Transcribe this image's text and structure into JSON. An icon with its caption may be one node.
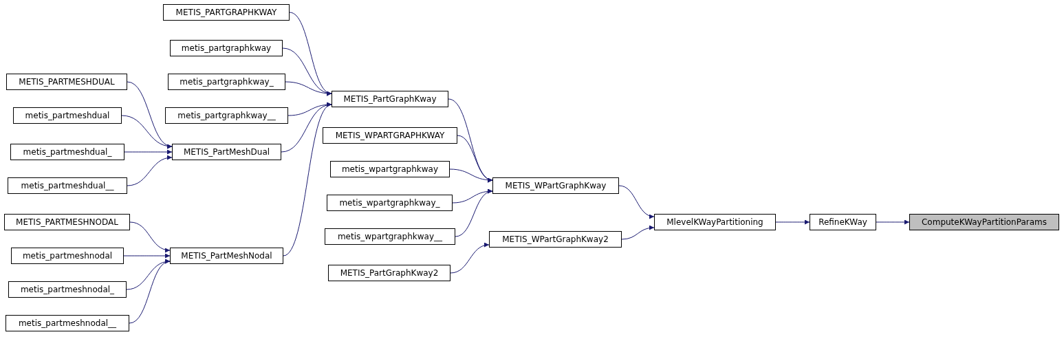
{
  "diagram": {
    "nodes": [
      {
        "text": [
          "METIS_PARTGRAPHKWAY"
        ]
      },
      {
        "text": [
          "metis_partgraphkway"
        ]
      },
      {
        "text": [
          "metis_partgraphkway_"
        ]
      },
      {
        "text": [
          "METIS_PARTMESHDUAL"
        ]
      },
      {
        "text": [
          "metis_partgraphkway__"
        ]
      },
      {
        "text": [
          "METIS_PartGraphKway"
        ]
      },
      {
        "text": [
          "metis_partmeshdual"
        ]
      },
      {
        "text": [
          "metis_partmeshdual_"
        ]
      },
      {
        "text": [
          "METIS_PartMeshDual"
        ]
      },
      {
        "text": [
          "METIS_WPARTGRAPHKWAY"
        ]
      },
      {
        "text": [
          "metis_partmeshdual__"
        ]
      },
      {
        "text": [
          "metis_wpartgraphkway"
        ]
      },
      {
        "text": [
          "METIS_WPartGraphKway"
        ]
      },
      {
        "text": [
          "metis_wpartgraphkway_"
        ]
      },
      {
        "text": [
          "METIS_PARTMESHNODAL"
        ]
      },
      {
        "text": [
          "MlevelKWayPartitioning"
        ]
      },
      {
        "text": [
          "RefineKWay"
        ]
      },
      {
        "text": [
          "ComputeKWayPartitionParams"
        ]
      },
      {
        "text": [
          "metis_wpartgraphkway__"
        ]
      },
      {
        "text": [
          "METIS_WPartGraphKway2"
        ]
      },
      {
        "text": [
          "metis_partmeshnodal"
        ]
      },
      {
        "text": [
          "METIS_PartMeshNodal"
        ]
      },
      {
        "text": [
          "metis_partmeshnodal_"
        ]
      },
      {
        "text": [
          "METIS_PartGraphKway2"
        ]
      },
      {
        "text": [
          "metis_partmeshnodal__"
        ]
      }
    ],
    "edges": [
      {
        "from": 0,
        "to": 5,
        "arrow": "to"
      },
      {
        "from": 1,
        "to": 5,
        "arrow": "to"
      },
      {
        "from": 2,
        "to": 5,
        "arrow": "to"
      },
      {
        "from": 4,
        "to": 5,
        "arrow": "to"
      },
      {
        "from": 8,
        "to": 5,
        "arrow": "to"
      },
      {
        "from": 21,
        "to": 5,
        "arrow": "to"
      },
      {
        "from": 3,
        "to": 8,
        "arrow": "to"
      },
      {
        "from": 6,
        "to": 8,
        "arrow": "to"
      },
      {
        "from": 7,
        "to": 8,
        "arrow": "to"
      },
      {
        "from": 10,
        "to": 8,
        "arrow": "to"
      },
      {
        "from": 14,
        "to": 21,
        "arrow": "to"
      },
      {
        "from": 20,
        "to": 21,
        "arrow": "to"
      },
      {
        "from": 22,
        "to": 21,
        "arrow": "to"
      },
      {
        "from": 24,
        "to": 21,
        "arrow": "to"
      },
      {
        "from": 5,
        "to": 12,
        "arrow": "to"
      },
      {
        "from": 9,
        "to": 12,
        "arrow": "to"
      },
      {
        "from": 11,
        "to": 12,
        "arrow": "to"
      },
      {
        "from": 13,
        "to": 12,
        "arrow": "to"
      },
      {
        "from": 18,
        "to": 12,
        "arrow": "to"
      },
      {
        "from": 12,
        "to": 15,
        "arrow": "to"
      },
      {
        "from": 19,
        "to": 15,
        "arrow": "to"
      },
      {
        "from": 23,
        "to": 19,
        "arrow": "to"
      },
      {
        "from": 15,
        "to": 16,
        "arrow": "to"
      },
      {
        "from": 16,
        "to": 17,
        "arrow": "to"
      }
    ]
  }
}
